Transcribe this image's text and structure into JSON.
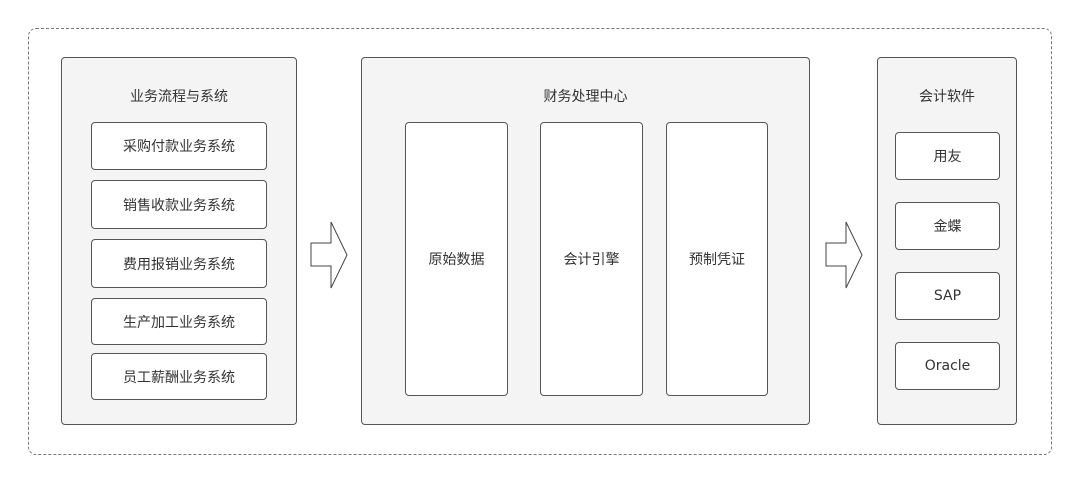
{
  "left": {
    "title": "业务流程与系统",
    "items": [
      "采购付款业务系统",
      "销售收款业务系统",
      "费用报销业务系统",
      "生产加工业务系统",
      "员工薪酬业务系统"
    ]
  },
  "center": {
    "title": "财务处理中心",
    "items": [
      "原始数据",
      "会计引擎",
      "预制凭证"
    ]
  },
  "right": {
    "title": "会计软件",
    "items": [
      "用友",
      "金蝶",
      "SAP",
      "Oracle"
    ]
  }
}
